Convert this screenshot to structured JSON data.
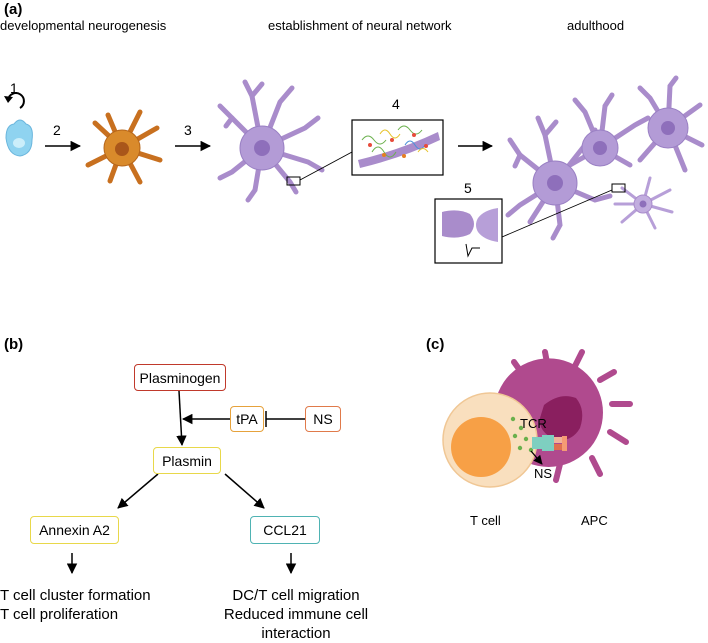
{
  "panel_a": {
    "label": "(a)",
    "stages": [
      "developmental neurogenesis",
      "establishment of neural network",
      "adulthood"
    ],
    "steps": [
      "1",
      "2",
      "3",
      "4",
      "5"
    ]
  },
  "panel_b": {
    "label": "(b)",
    "nodes": {
      "plasminogen": "Plasminogen",
      "tpa": "tPA",
      "ns": "NS",
      "plasmin": "Plasmin",
      "annexin": "Annexin A2",
      "ccl21": "CCL21"
    },
    "outcomes_left": [
      "T cell cluster formation",
      "T cell proliferation"
    ],
    "outcomes_right": [
      "DC/T cell migration",
      "Reduced immune cell",
      "interaction"
    ],
    "colors": {
      "plasminogen": "#c0392b",
      "tpa": "#e6a23c",
      "ns": "#e07a4a",
      "plasmin": "#e8d84a",
      "annexin": "#e8d84a",
      "ccl21": "#4fb3b3"
    }
  },
  "panel_c": {
    "label": "(c)",
    "tcr": "TCR",
    "ns": "NS",
    "t_cell": "T cell",
    "apc": "APC",
    "colors": {
      "t_cell": "#f7a046",
      "apc": "#b04a8e"
    }
  }
}
